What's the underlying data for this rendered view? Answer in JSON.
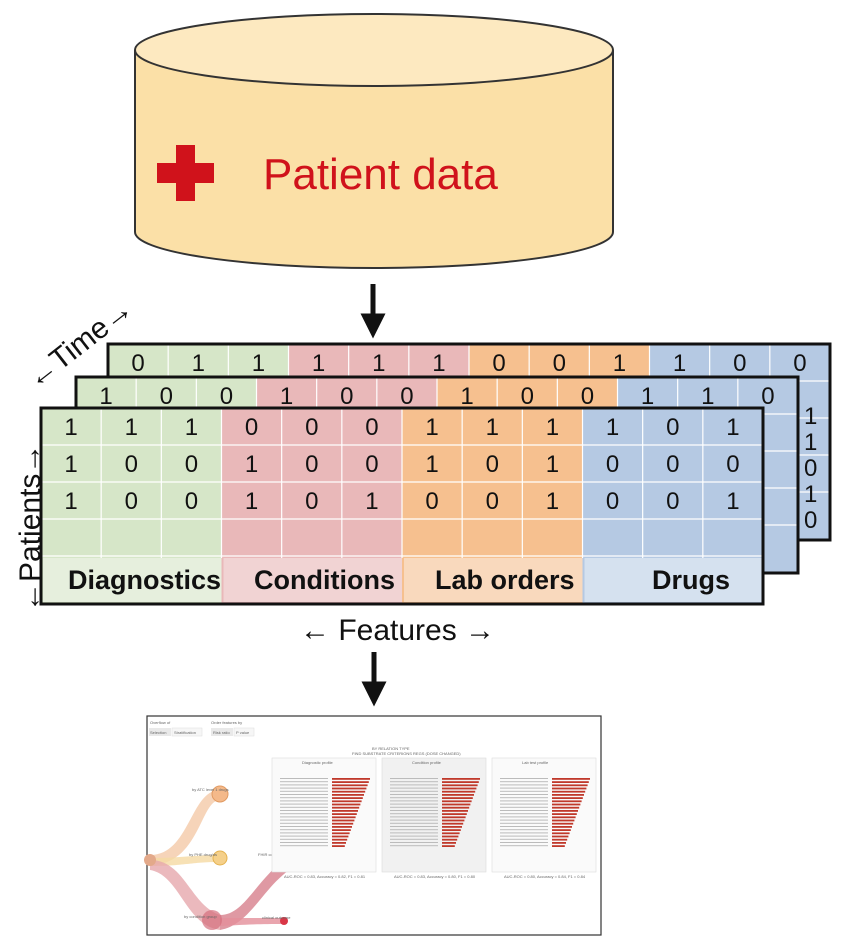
{
  "database": {
    "title": "Patient data",
    "icon": "medical-cross-icon"
  },
  "axes": {
    "time": "←Time→",
    "patients": "←Patients→",
    "features": "← Features →"
  },
  "groups": [
    {
      "label": "Diagnostics",
      "color": "#d6e6c8",
      "label_bg": "#e6efdd"
    },
    {
      "label": "Conditions",
      "color": "#e9b8b9",
      "label_bg": "#f1d3d3"
    },
    {
      "label": "Lab orders",
      "color": "#f6c08f",
      "label_bg": "#f9d9bd"
    },
    {
      "label": "Drugs",
      "color": "#b5c9e3",
      "label_bg": "#d5e1ef"
    }
  ],
  "matrix_front": [
    [
      "1",
      "1",
      "1",
      "0",
      "0",
      "0",
      "1",
      "1",
      "1",
      "1",
      "0",
      "1"
    ],
    [
      "1",
      "0",
      "0",
      "1",
      "0",
      "0",
      "1",
      "0",
      "1",
      "0",
      "0",
      "0"
    ],
    [
      "1",
      "0",
      "0",
      "1",
      "0",
      "1",
      "0",
      "0",
      "1",
      "0",
      "0",
      "1"
    ]
  ],
  "matrix_middle_top": [
    "1",
    "0",
    "0",
    "1",
    "0",
    "0",
    "1",
    "0",
    "0",
    "1",
    "1",
    "0"
  ],
  "matrix_back_top": [
    "0",
    "1",
    "1",
    "1",
    "1",
    "1",
    "0",
    "0",
    "1",
    "1",
    "0",
    "0"
  ],
  "matrix_right_edge": [
    "1",
    "1",
    "0",
    "1",
    "0"
  ],
  "dashboard": {
    "top_controls": {
      "left_label": "Overflow of",
      "left_options": [
        "Selection",
        "Stratification"
      ],
      "right_label": "Order features by",
      "right_options": [
        "Risk ratio",
        "P value"
      ]
    },
    "panel_header": [
      "BY RELATION TYPE",
      "FIND SUBSTRATE CRITERIONS REGS (DOSE CHANGED)"
    ],
    "panels": [
      {
        "title": "Diagnostic profile",
        "footer": "AUC-ROC = 0.83, Accuracy = 0.82, F1 = 0.81"
      },
      {
        "title": "Condition profile",
        "footer": "AUC-ROC = 0.83, Accuracy = 0.80, F1 = 0.80"
      },
      {
        "title": "Lab test profile",
        "footer": "AUC-ROC = 0.80, Accuracy = 0.84, F1 = 0.84"
      }
    ],
    "flow_nodes": [
      "by ATC level 1 drugs",
      "by PHE drug/ds",
      "FHIR condition",
      "by condition group",
      "clinical outcome"
    ]
  }
}
